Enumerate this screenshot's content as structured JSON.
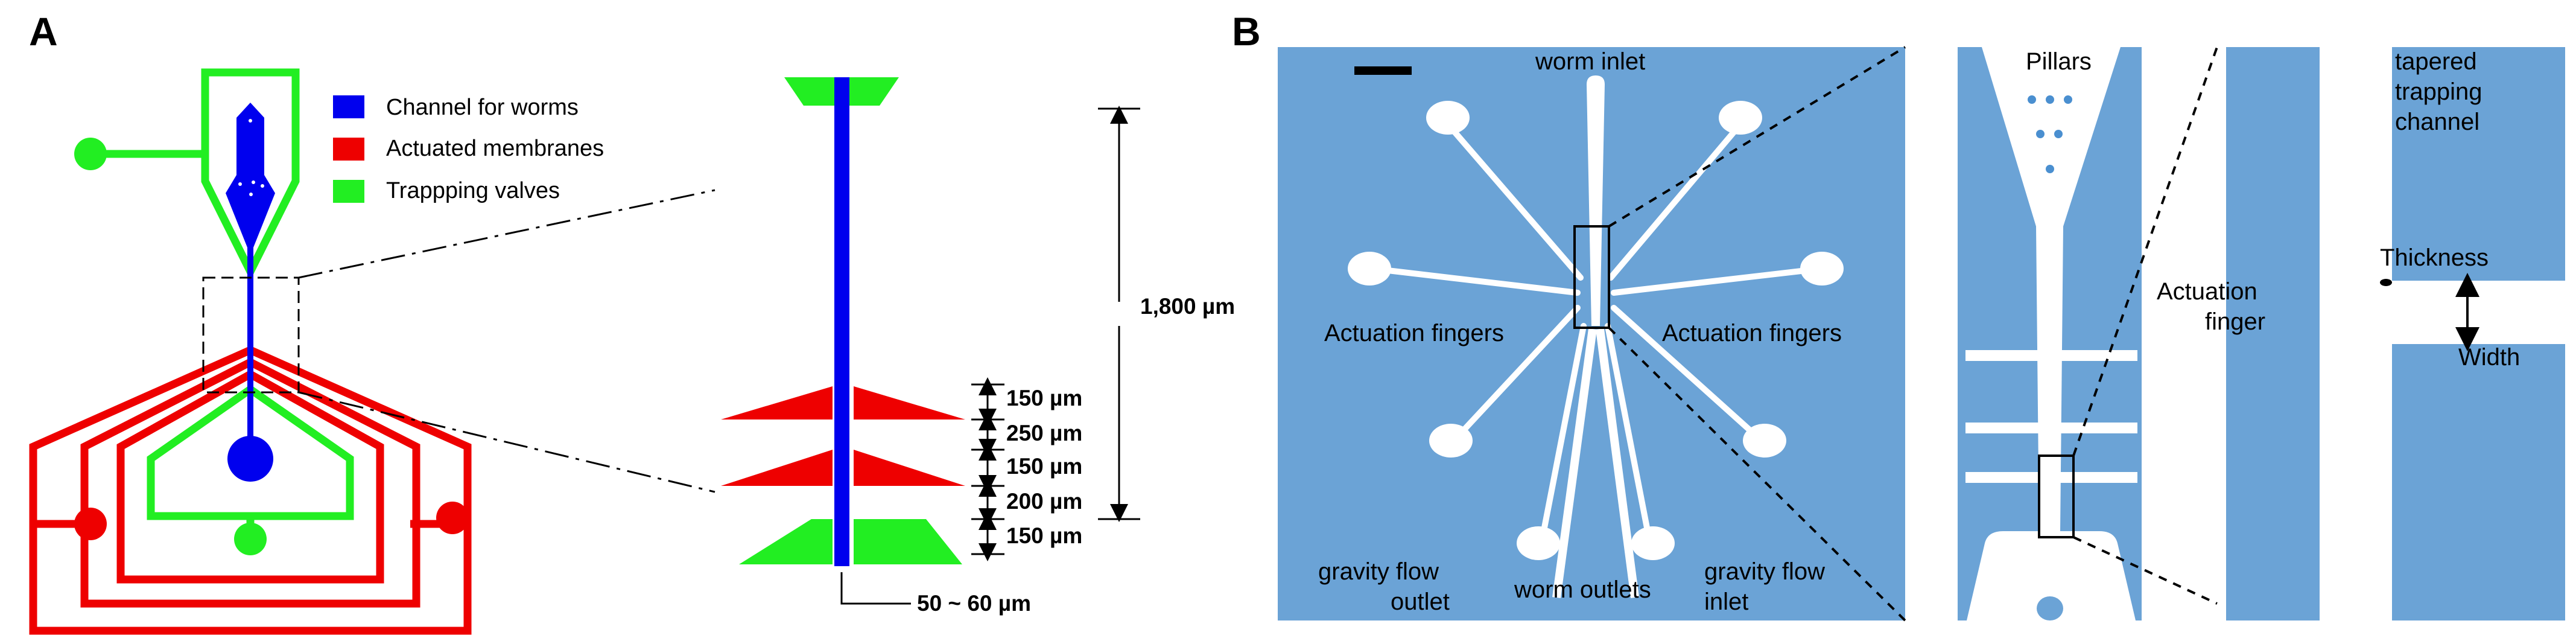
{
  "panels": {
    "a": {
      "letter": "A",
      "legend": [
        {
          "label": "Channel for worms",
          "color": "#0000ee"
        },
        {
          "label": "Actuated membranes",
          "color": "#ee0000"
        },
        {
          "label": "Trappping valves",
          "color": "#22ee22"
        }
      ],
      "dimensions": {
        "total": "1,800 µm",
        "seg1": "150 µm",
        "seg2": "250 µm",
        "seg3": "150 µm",
        "seg4": "200 µm",
        "seg5": "150 µm",
        "channel_width": "50 ~ 60 µm"
      }
    },
    "b": {
      "letter": "B",
      "background_color": "#6ba3d6",
      "labels": {
        "worm_inlet": "worm inlet",
        "actuation_fingers_left": "Actuation fingers",
        "actuation_fingers_right": "Actuation fingers",
        "gravity_outlet_line1": "gravity flow",
        "gravity_outlet_line2": "outlet",
        "worm_outlets": "worm outlets",
        "gravity_inlet_line1": "gravity flow",
        "gravity_inlet_line2": "inlet",
        "pillars": "Pillars",
        "actuation_finger_line1": "Actuation",
        "actuation_finger_line2": "finger",
        "tapered_line1": "tapered",
        "tapered_line2": "trapping",
        "tapered_line3": "channel",
        "thickness": "Thickness",
        "width": "Width"
      }
    }
  }
}
